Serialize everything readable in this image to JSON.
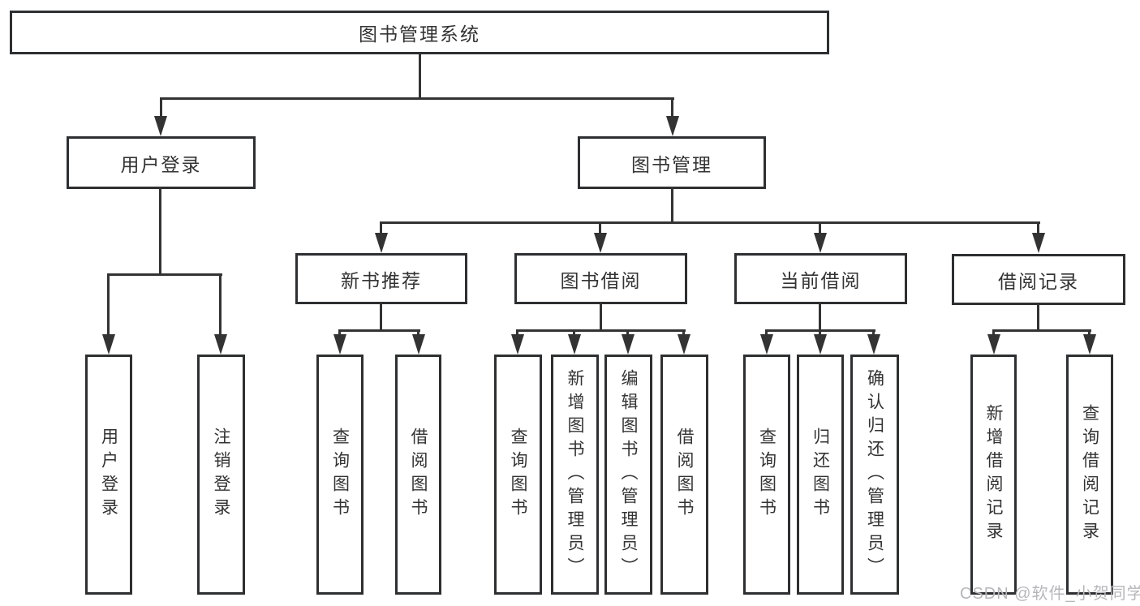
{
  "tree": {
    "label": "图书管理系统",
    "children": [
      {
        "label": "用户登录",
        "children": [
          {
            "label": "用户登录"
          },
          {
            "label": "注销登录"
          }
        ]
      },
      {
        "label": "图书管理",
        "children": [
          {
            "label": "新书推荐",
            "children": [
              {
                "label": "查询图书"
              },
              {
                "label": "借阅图书"
              }
            ]
          },
          {
            "label": "图书借阅",
            "children": [
              {
                "label": "查询图书"
              },
              {
                "label": "新增图书（管理员）"
              },
              {
                "label": "编辑图书（管理员）"
              },
              {
                "label": "借阅图书"
              }
            ]
          },
          {
            "label": "当前借阅",
            "children": [
              {
                "label": "查询图书"
              },
              {
                "label": "归还图书"
              },
              {
                "label": "确认归还（管理员）"
              }
            ]
          },
          {
            "label": "借阅记录",
            "children": [
              {
                "label": "新增借阅记录"
              },
              {
                "label": "查询借阅记录"
              }
            ]
          }
        ]
      }
    ]
  },
  "watermark": {
    "text": "CSDN @软件_小贺同学"
  },
  "colors": {
    "line": "#333333",
    "node_border": "#2e2f31",
    "node_text": "#333333",
    "watermark_text": "#b7b7bb",
    "background": "#ffffff"
  }
}
